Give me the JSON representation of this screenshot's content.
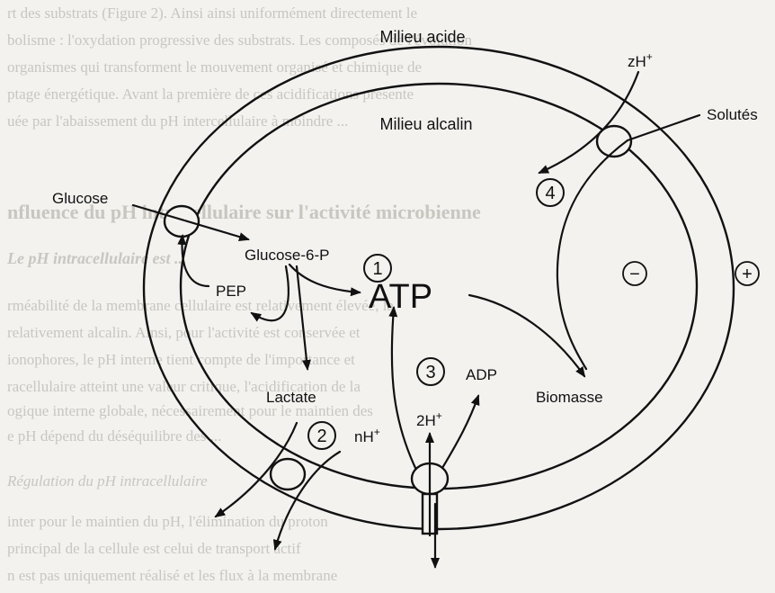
{
  "compartments": {
    "outside": "Milieu acide",
    "inside": "Milieu alcalin"
  },
  "molecules": {
    "glucose": "Glucose",
    "g6p": "Glucose-6-P",
    "pep": "PEP",
    "atp": "ATP",
    "adp": "ADP",
    "lactate": "Lactate",
    "biomasse": "Biomasse",
    "solutes": "Solutés",
    "zh_base": "zH",
    "nh_base": "nH",
    "h2_base": "2H",
    "plus_sup": "+"
  },
  "steps": [
    "1",
    "2",
    "3",
    "4"
  ],
  "charges": {
    "negative": "−",
    "positive": "+"
  },
  "background_text": [
    "rt des substrats (Figure 2). Ainsi ainsi uniformément directement le",
    "bolisme : l'oxydation progressive des substrats. Les composés de l'évolution",
    "organismes qui transforment le mouvement organisé et chimique de",
    "ptage énergétique. Avant la première de ces acidifications présente",
    "uée par l'abaissement du pH intercellulaire à moindre ..."
  ],
  "background_heading": "nfluence du pH intracellulaire sur l'activité microbienne",
  "background_subheading": "Le pH intracellulaire est ...",
  "background_text_lower": [
    "rméabilité de la membrane cellulaire est relativement élevée, la",
    "relativement alcalin. Ainsi, pour l'activité est conservée et",
    "ionophores, le pH interne tient compte de l'importance et",
    "racellulaire atteint une valeur critique, l'acidification de la",
    "ogique interne globale, nécessairement pour le maintien des",
    "e pH dépend du déséquilibre des ..."
  ],
  "background_subheading2": "Régulation du pH intracellulaire",
  "background_text_bottom": [
    "inter pour le maintien du pH, l'élimination du proton",
    "principal de la cellule est celui de transport actif",
    "n est pas uniquement réalisé et les flux à la membrane"
  ]
}
